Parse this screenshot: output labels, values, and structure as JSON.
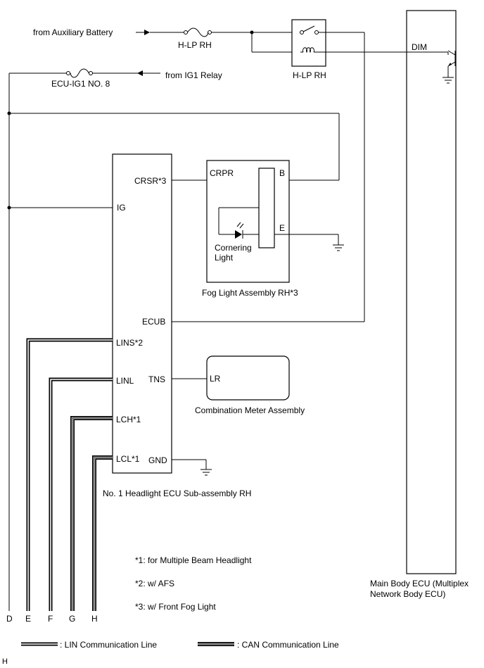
{
  "sources": {
    "aux_battery": "from Auxiliary Battery",
    "ig1_relay": "from IG1 Relay"
  },
  "fuses": {
    "hlp_rh": "H-LP RH",
    "ecu_ig1": "ECU-IG1 NO. 8"
  },
  "relay": {
    "label": "H-LP RH"
  },
  "main_body_ecu": {
    "name_line1": "Main Body ECU (Multiplex",
    "name_line2": "Network Body ECU)",
    "dim_pin": "DIM"
  },
  "headlight_ecu": {
    "name": "No. 1 Headlight ECU Sub-assembly RH",
    "pins": {
      "crsr": "CRSR*3",
      "ig": "IG",
      "ecub": "ECUB",
      "lins": "LINS*2",
      "linl": "LINL",
      "tns": "TNS",
      "lch": "LCH*1",
      "lcl": "LCL*1",
      "gnd": "GND"
    }
  },
  "fog_light": {
    "name": "Fog Light Assembly RH*3",
    "pins": {
      "crpr": "CRPR",
      "b": "B",
      "e": "E"
    },
    "lamp_line1": "Cornering",
    "lamp_line2": "Light"
  },
  "meter": {
    "name": "Combination Meter Assembly",
    "pin": "LR"
  },
  "notes": {
    "n1": "*1: for Multiple Beam Headlight",
    "n2": "*2: w/ AFS",
    "n3": "*3: w/ Front Fog Light"
  },
  "connectors": [
    "D",
    "E",
    "F",
    "G",
    "H"
  ],
  "legend": {
    "lin": ": LIN Communication Line",
    "can": ": CAN Communication Line"
  },
  "corner_mark": "H"
}
